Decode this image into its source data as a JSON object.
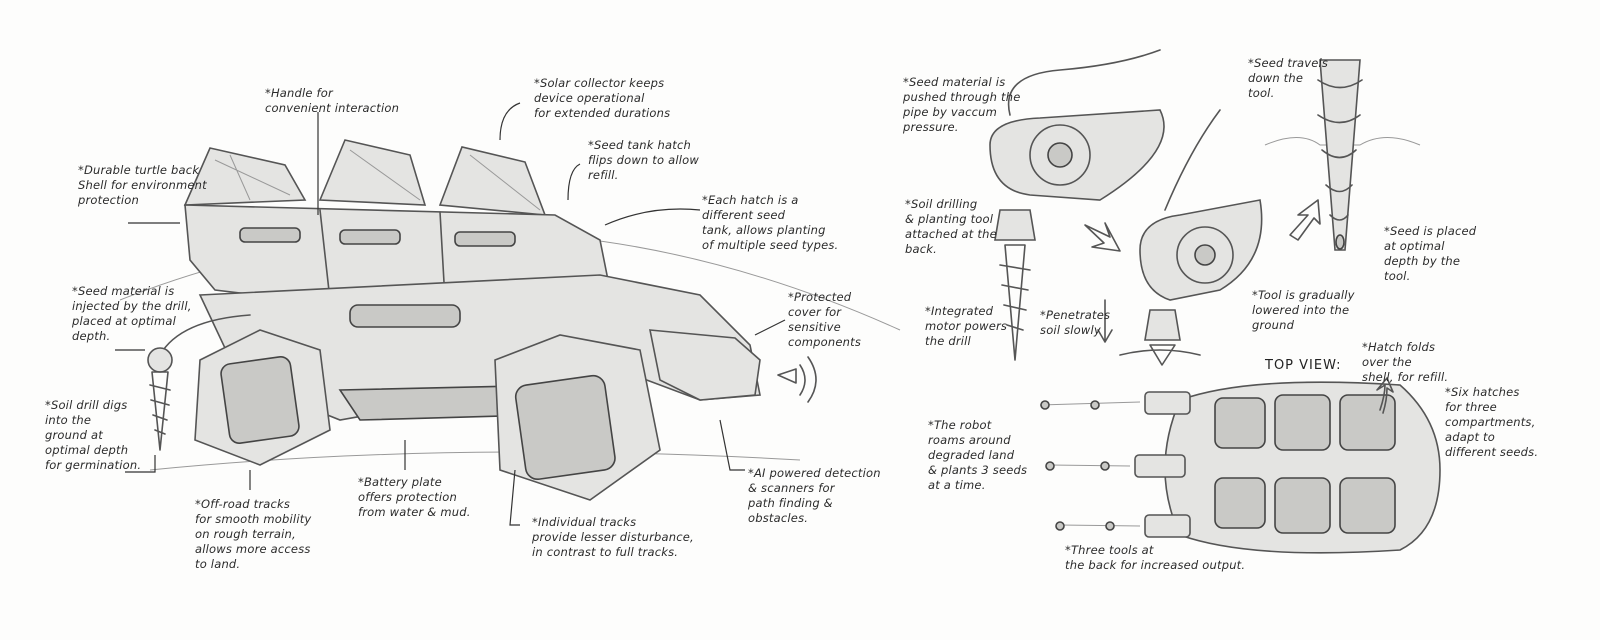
{
  "left_view": {
    "notes": {
      "handle": "*Handle for\nconvenient interaction",
      "solar": "*Solar collector keeps\ndevice operational\nfor extended durations",
      "hatch": "*Seed tank hatch\nflips down to allow\nrefill.",
      "shell": "*Durable turtle back\nShell for environment\nprotection",
      "tanks": "*Each hatch is a\ndifferent seed\ntank, allows planting\nof multiple seed types.",
      "cover": "*Protected\ncover for\nsensitive\ncomponents",
      "injected": "*Seed material is\ninjected by the drill,\nplaced at optimal\ndepth.",
      "drill": "*Soil drill digs\ninto the\nground at\noptimal depth\nfor germination.",
      "tracks": "*Off-road tracks\nfor smooth mobility\non rough terrain,\nallows more access\nto land.",
      "battery": "*Battery plate\noffers protection\nfrom water & mud.",
      "individual": "*Individual tracks\nprovide lesser disturbance,\nin contrast to full tracks.",
      "ai": "*AI powered detection\n& scanners for\npath finding &\nobstacles."
    }
  },
  "right_view": {
    "notes": {
      "pipe": "*Seed material is\npushed through the\npipe by vaccum\npressure.",
      "tool": "*Soil drilling\n& planting tool\nattached at the\nback.",
      "motor": "*Integrated\nmotor powers\nthe drill",
      "penetrates": "*Penetrates\nsoil slowly",
      "travels": "*Seed travels\ndown the\ntool.",
      "lowered": "*Tool is gradually\nlowered into the\nground",
      "placed": "*Seed is placed\nat optimal\ndepth by the\ntool.",
      "fold": "*Hatch folds\nover the\nshell, for refill.",
      "six": "*Six hatches\nfor three\ncompartments,\nadapt to\ndifferent seeds.",
      "roams": "*The robot\nroams around\ndegraded land\n& plants 3 seeds\nat a time.",
      "three": "*Three tools at\nthe back for increased output."
    },
    "top_view_label": "TOP VIEW:"
  }
}
